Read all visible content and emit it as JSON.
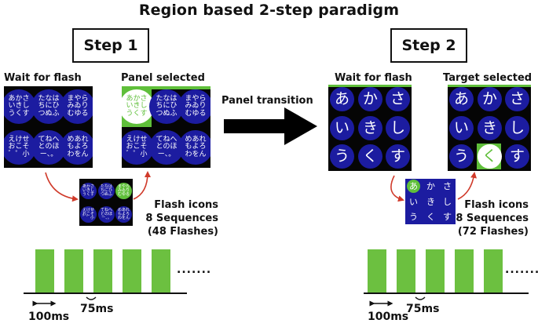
{
  "title": "Region based 2-step paradigm",
  "step1": {
    "label": "Step 1",
    "wait_label": "Wait for flash",
    "selected_label": "Panel selected",
    "panel_groups": [
      [
        "あかさ\nいきし\nうくす",
        "たなは\nちにひ\nつぬふ",
        "まやら\nみゐり\nむゆる"
      ],
      [
        "えけせ\nおこそ\n゛゜小",
        "てねへ\nとのほ\nー、。",
        "めあれ\nもよろ\nわをん"
      ]
    ],
    "flash_icons_label": "Flash icons",
    "sequences_label": "8 Sequences",
    "flashes_label": "(48 Flashes)"
  },
  "transition_label": "Panel transition",
  "step2": {
    "label": "Step 2",
    "wait_label": "Wait for flash",
    "selected_label": "Target selected",
    "chars": [
      [
        "あ",
        "か",
        "さ"
      ],
      [
        "い",
        "き",
        "し"
      ],
      [
        "う",
        "く",
        "す"
      ]
    ],
    "selected_char": "く",
    "flash_icons_label": "Flash icons",
    "sequences_label": "8 Sequences",
    "flashes_label": "(72 Flashes)"
  },
  "timing": {
    "ellipsis": ".......",
    "duration_label": "100ms",
    "gap_label": "75ms",
    "bars_per_train": 5
  },
  "colors": {
    "panel_bg": "#050505",
    "circle": "#1c1ca0",
    "highlight": "#5fbf3a",
    "bar": "#6cc040",
    "arrow_red": "#d03a2a"
  }
}
